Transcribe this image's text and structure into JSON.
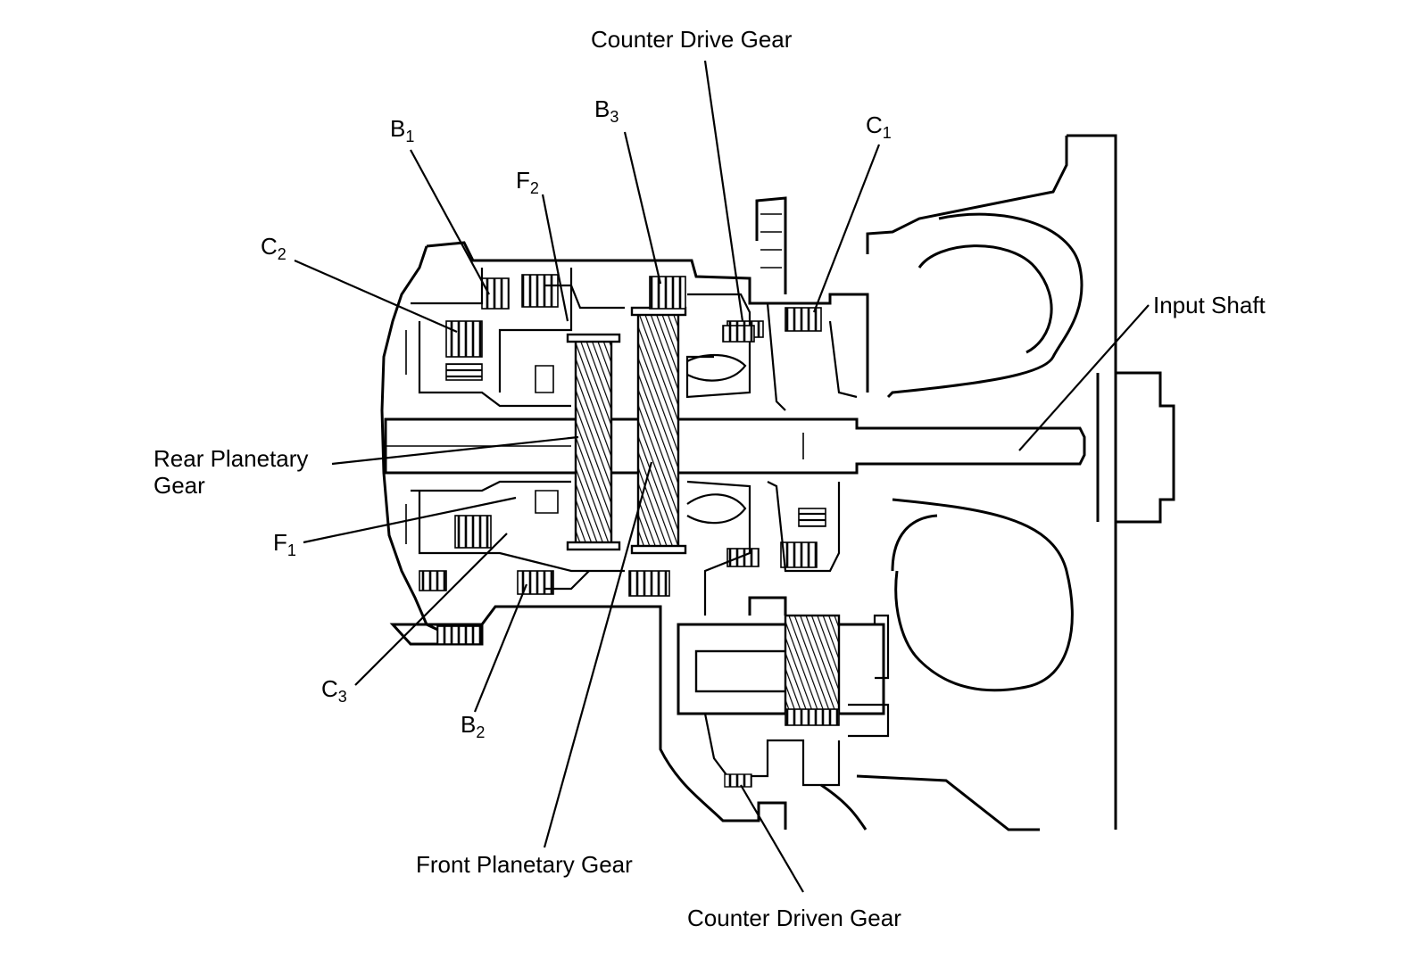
{
  "labels": {
    "counter_drive_gear": "Counter Drive Gear",
    "b3_main": "B",
    "b3_sub": "3",
    "b1_main": "B",
    "b1_sub": "1",
    "c1_main": "C",
    "c1_sub": "1",
    "f2_main": "F",
    "f2_sub": "2",
    "c2_main": "C",
    "c2_sub": "2",
    "input_shaft": "Input Shaft",
    "rear_planetary_line1": "Rear Planetary",
    "rear_planetary_line2": "Gear",
    "f1_main": "F",
    "f1_sub": "1",
    "c3_main": "C",
    "c3_sub": "3",
    "b2_main": "B",
    "b2_sub": "2",
    "front_planetary_gear": "Front Planetary Gear",
    "counter_driven_gear": "Counter Driven Gear"
  }
}
